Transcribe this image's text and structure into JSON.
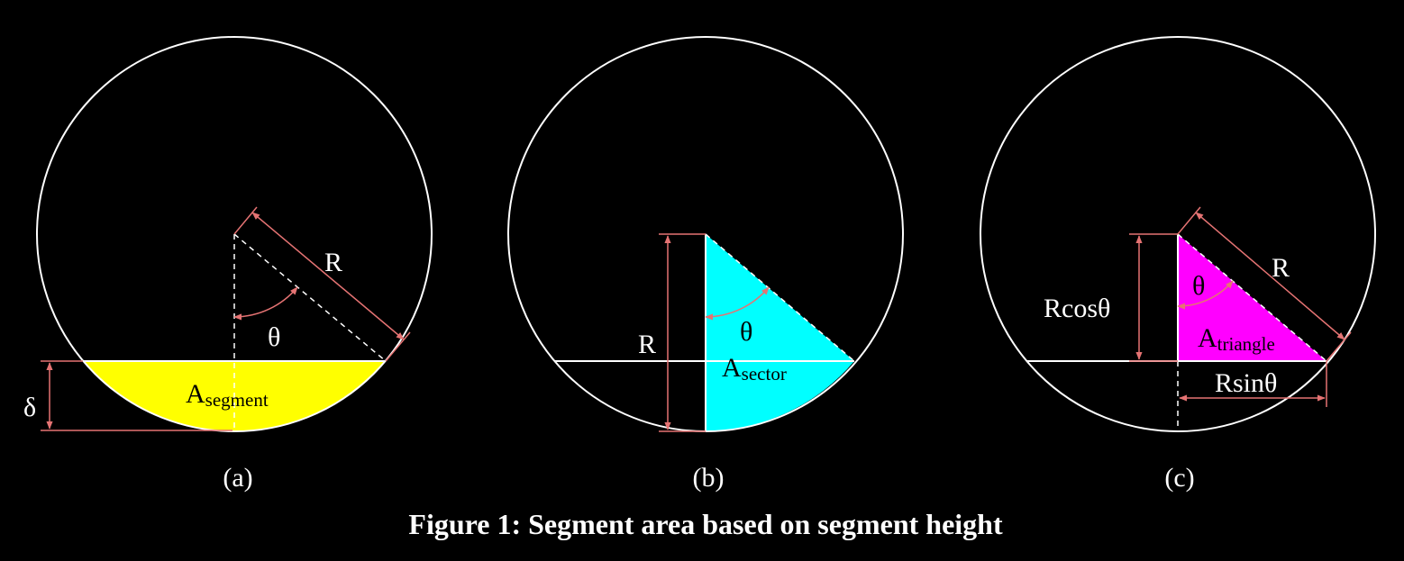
{
  "figure": {
    "title": "Figure 1: Segment area based on segment height",
    "colors": {
      "background": "#000000",
      "outline": "#ffffff",
      "dimension": "#e57373",
      "segment_fill": "#ffff00",
      "sector_fill": "#00ffff",
      "triangle_fill": "#ff00ff"
    },
    "panel_a": {
      "caption": "(a)",
      "radius_label": "R",
      "angle_label": "θ",
      "height_label": "δ",
      "area_label": {
        "main": "A",
        "sub": "segment"
      }
    },
    "panel_b": {
      "caption": "(b)",
      "radius_label": "R",
      "angle_label": "θ",
      "area_label": {
        "main": "A",
        "sub": "sector"
      }
    },
    "panel_c": {
      "caption": "(c)",
      "radius_label": "R",
      "angle_label": "θ",
      "cos_label": "Rcosθ",
      "sin_label": "Rsinθ",
      "area_label": {
        "main": "A",
        "sub": "triangle"
      }
    }
  }
}
